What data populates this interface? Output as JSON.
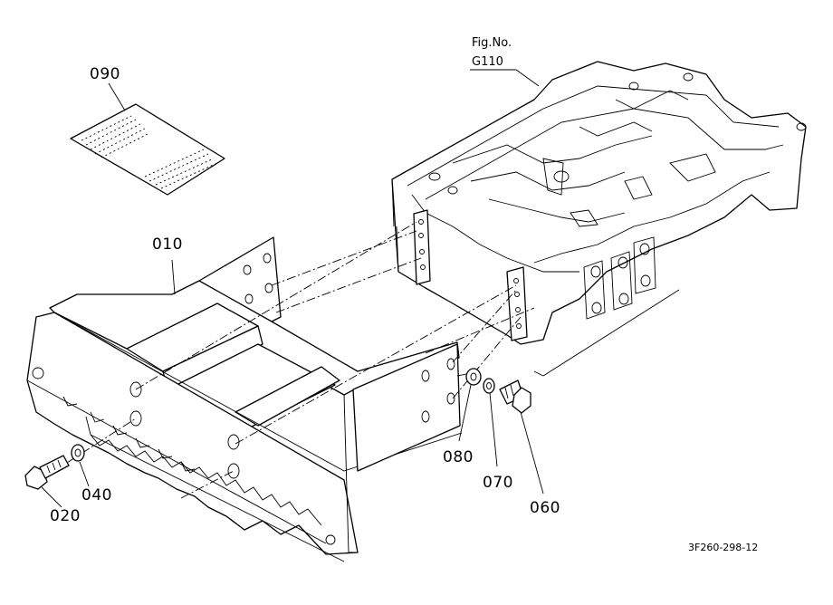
{
  "diagram": {
    "figure_ref_label": "Fig.No.",
    "figure_ref_number": "G110",
    "drawing_code": "3F260-298-12",
    "parts": [
      {
        "id": "010",
        "label": "010"
      },
      {
        "id": "020",
        "label": "020"
      },
      {
        "id": "040",
        "label": "040"
      },
      {
        "id": "060",
        "label": "060"
      },
      {
        "id": "070",
        "label": "070"
      },
      {
        "id": "080",
        "label": "080"
      },
      {
        "id": "090",
        "label": "090"
      }
    ]
  }
}
